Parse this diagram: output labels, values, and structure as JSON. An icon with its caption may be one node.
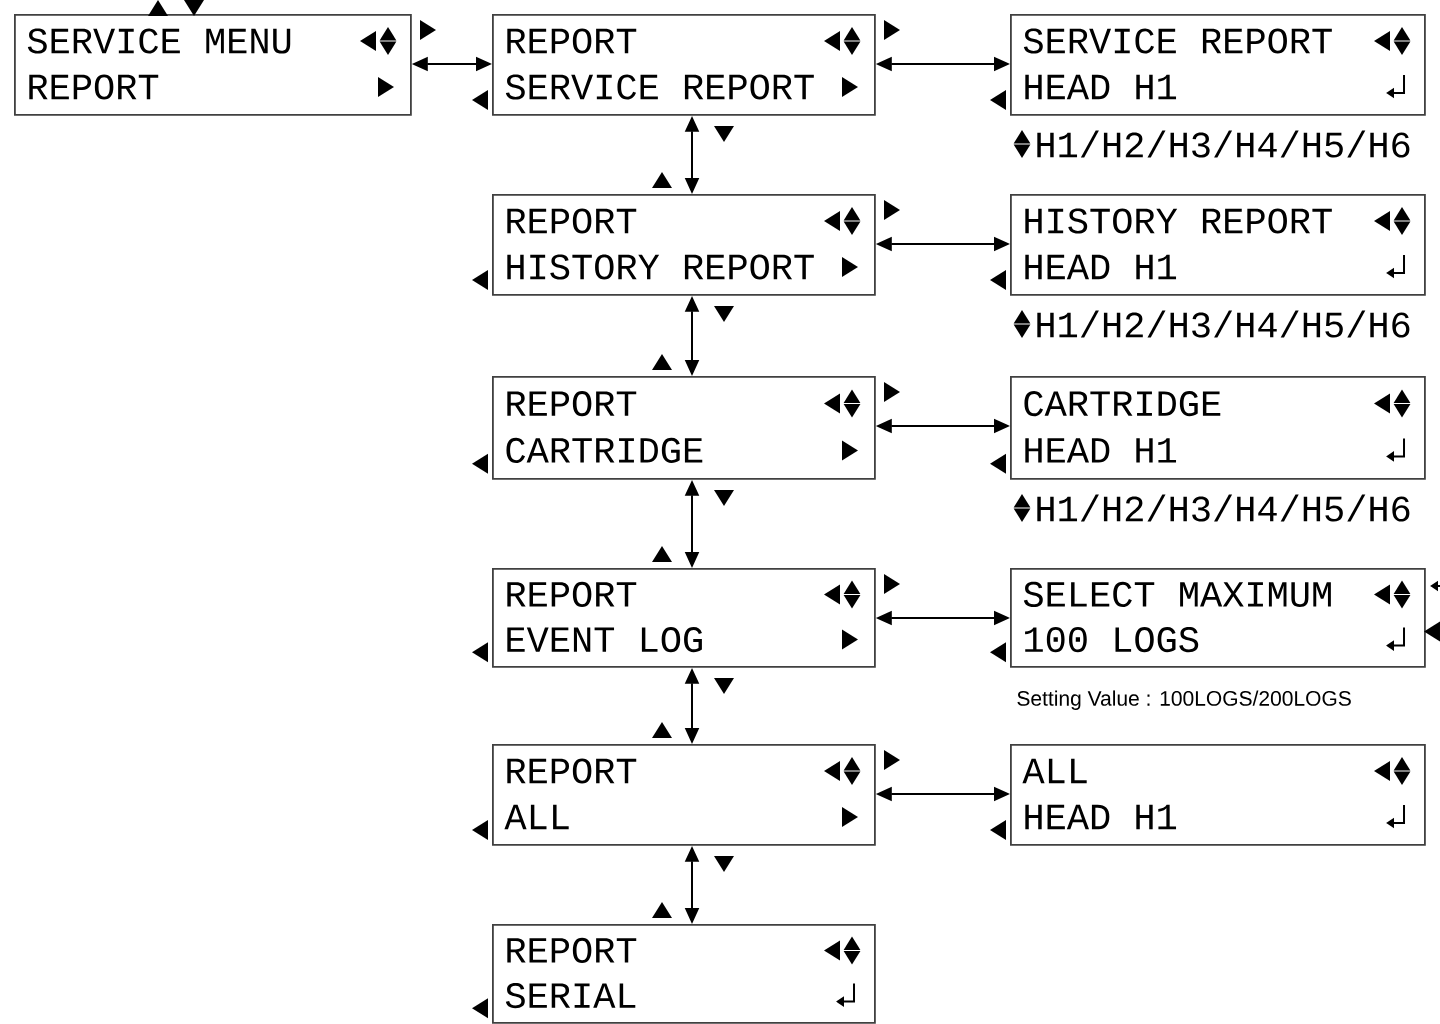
{
  "diagram": {
    "nodes": [
      {
        "text": [
          "SERVICE MENU",
          "REPORT"
        ]
      },
      {
        "text": [
          "REPORT",
          "SERVICE REPORT"
        ]
      },
      {
        "text": [
          "SERVICE REPORT",
          "HEAD H1"
        ],
        "beside": [
          "H1/H2/H3/H4/H5/H6"
        ]
      },
      {
        "text": [
          "REPORT",
          "HISTORY REPORT"
        ]
      },
      {
        "text": [
          "HISTORY REPORT",
          "HEAD H1"
        ],
        "beside": [
          "H1/H2/H3/H4/H5/H6"
        ]
      },
      {
        "text": [
          "REPORT",
          "CARTRIDGE"
        ]
      },
      {
        "text": [
          "CARTRIDGE",
          "HEAD H1"
        ],
        "beside": [
          "H1/H2/H3/H4/H5/H6"
        ]
      },
      {
        "text": [
          "REPORT",
          "EVENT LOG"
        ]
      },
      {
        "text": [
          "SELECT MAXIMUM",
          "100 LOGS"
        ],
        "beside": [
          "Setting Value : 100LOGS/200LOGS"
        ]
      },
      {
        "text": [
          "REPORT",
          "ALL"
        ]
      },
      {
        "text": [
          "ALL",
          "HEAD H1"
        ]
      },
      {
        "text": [
          "REPORT",
          "SERIAL"
        ]
      }
    ],
    "edges": [
      {
        "from": 0,
        "to": 1,
        "arrow": "both"
      },
      {
        "from": 1,
        "to": 2,
        "arrow": "both"
      },
      {
        "from": 1,
        "to": 3,
        "arrow": "both"
      },
      {
        "from": 3,
        "to": 4,
        "arrow": "both"
      },
      {
        "from": 3,
        "to": 5,
        "arrow": "both"
      },
      {
        "from": 5,
        "to": 6,
        "arrow": "both"
      },
      {
        "from": 5,
        "to": 7,
        "arrow": "both"
      },
      {
        "from": 7,
        "to": 8,
        "arrow": "both"
      },
      {
        "from": 7,
        "to": 9,
        "arrow": "both"
      },
      {
        "from": 9,
        "to": 10,
        "arrow": "both"
      },
      {
        "from": 9,
        "to": 11,
        "arrow": "both"
      }
    ]
  }
}
